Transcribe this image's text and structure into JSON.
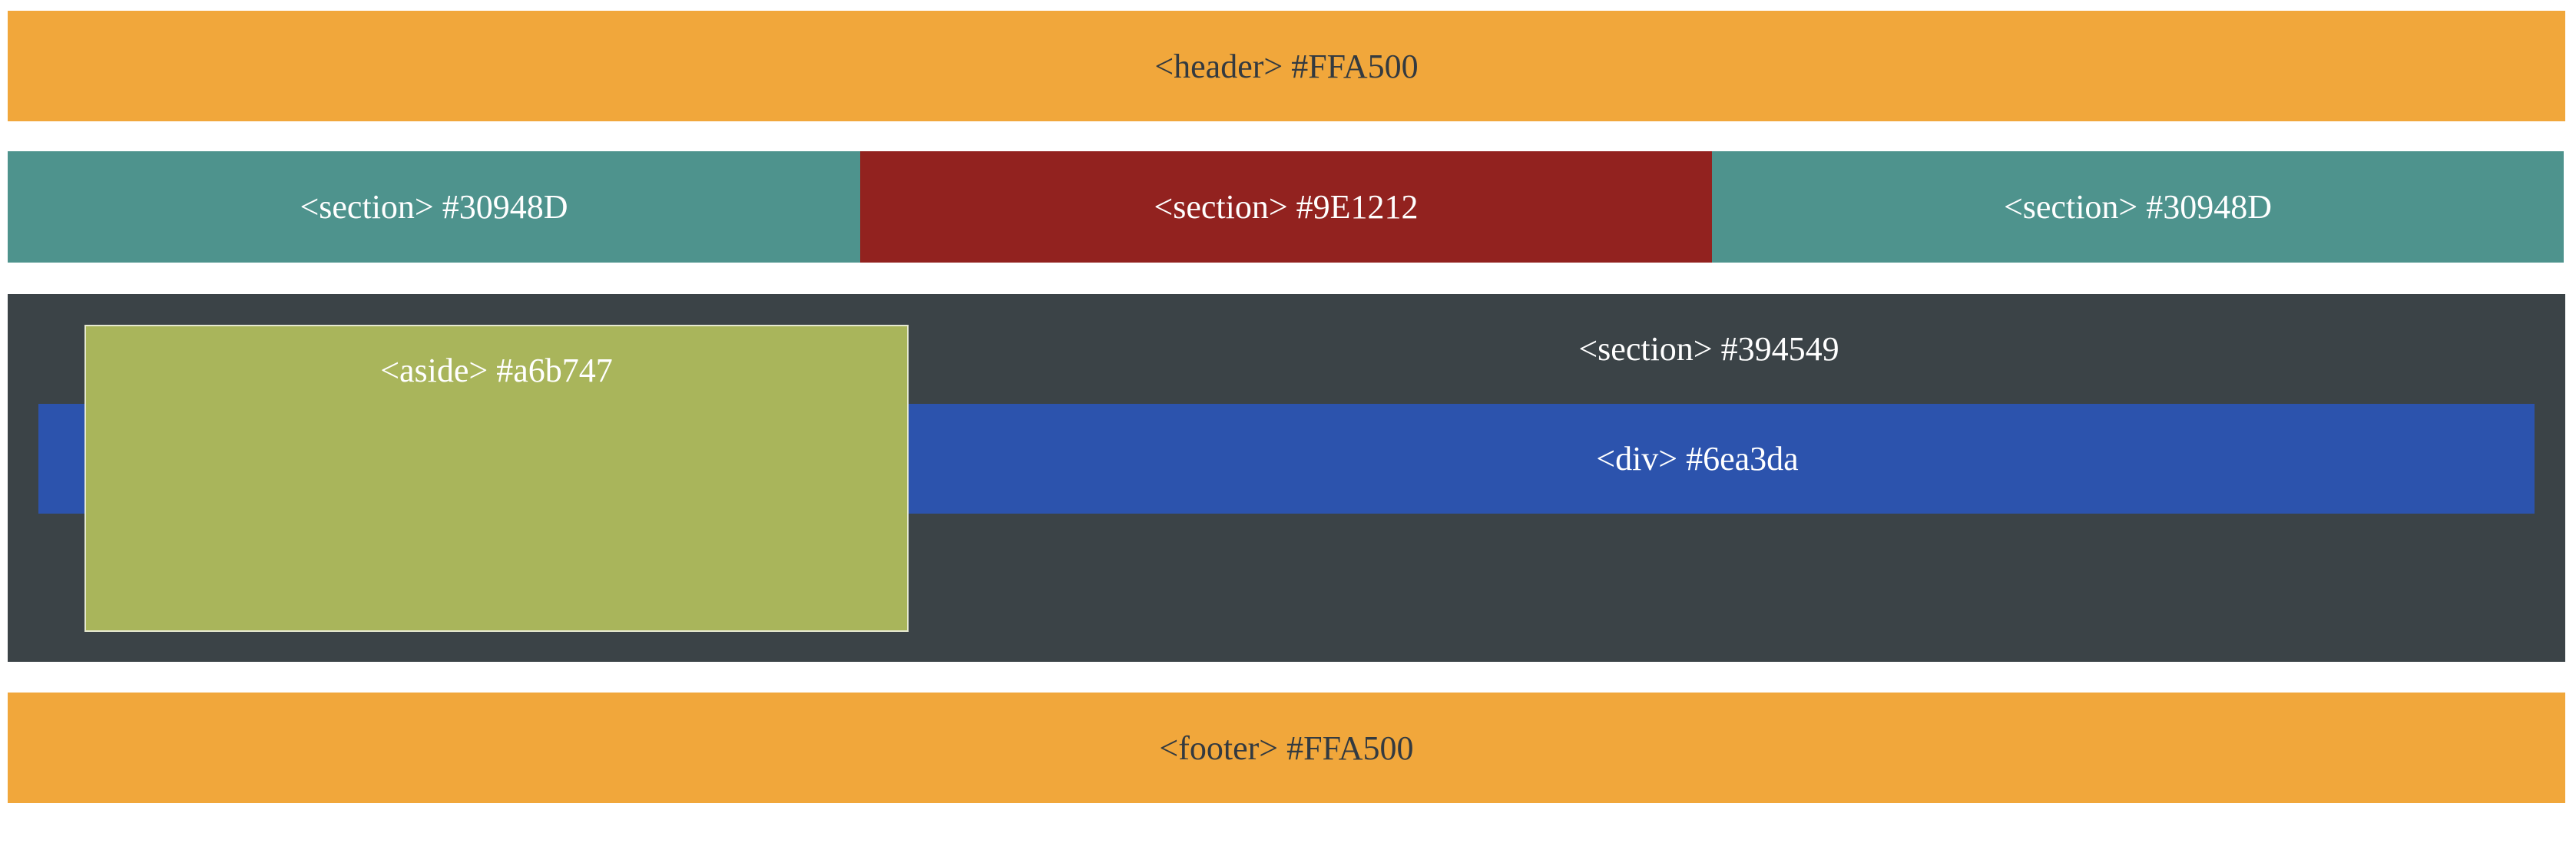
{
  "header": {
    "label": "<header> #FFA500",
    "color": "#FFA500"
  },
  "sections": [
    {
      "label": "<section> #30948D",
      "color": "#30948D"
    },
    {
      "label": "<section> #9E1212",
      "color": "#9E1212"
    },
    {
      "label": "<section> #30948D",
      "color": "#30948D"
    }
  ],
  "main": {
    "label": "<section> #394549",
    "color": "#394549",
    "div": {
      "label": "<div> #6ea3da",
      "color": "#6ea3da"
    },
    "aside": {
      "label": "<aside> #a6b747",
      "color": "#a6b747"
    }
  },
  "footer": {
    "label": "<footer> #FFA500",
    "color": "#FFA500"
  }
}
